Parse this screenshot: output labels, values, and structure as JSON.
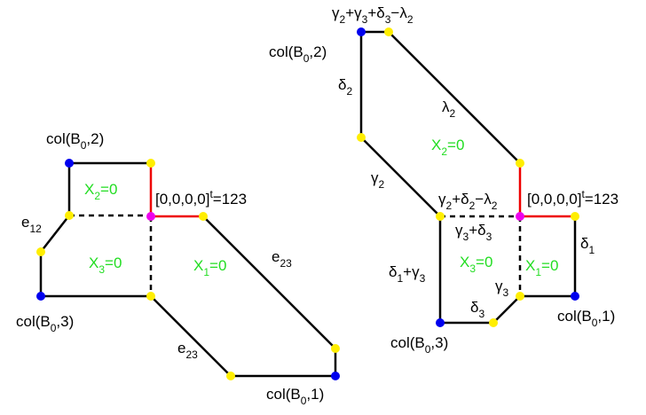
{
  "colors": {
    "edge": "#000000",
    "highlight_edge": "#ee0000",
    "vertex_yellow": "#ffee00",
    "vertex_blue": "#0000ee",
    "vertex_magenta": "#ee00ee",
    "region_label": "#22dd22"
  },
  "left": {
    "col_b0_2": [
      "col(B",
      "0",
      ",2)"
    ],
    "col_b0_3": [
      "col(B",
      "0",
      ",3)"
    ],
    "col_b0_1": [
      "col(B",
      "0",
      ",1)"
    ],
    "origin": [
      "[0,0,0,0]",
      "t",
      "=123"
    ],
    "e12": [
      "e",
      "12"
    ],
    "e23_top": [
      "e",
      "23"
    ],
    "e23_bottom": [
      "e",
      "23"
    ],
    "x2": [
      "X",
      "2",
      "=0"
    ],
    "x3": [
      "X",
      "3",
      "=0"
    ],
    "x1": [
      "X",
      "1",
      "=0"
    ]
  },
  "right": {
    "top_expr": [
      "γ",
      "2",
      "+γ",
      "3",
      "+δ",
      "3",
      "−λ",
      "2"
    ],
    "col_b0_2": [
      "col(B",
      "0",
      ",2)"
    ],
    "col_b0_3": [
      "col(B",
      "0",
      ",3)"
    ],
    "col_b0_1": [
      "col(B",
      "0",
      ",1)"
    ],
    "origin": [
      "[0,0,0,0]",
      "t",
      "=123"
    ],
    "delta2": [
      "δ",
      "2"
    ],
    "lambda2": [
      "λ",
      "2"
    ],
    "gamma2": [
      "γ",
      "2"
    ],
    "mid_expr": [
      "γ",
      "2",
      "+δ",
      "2",
      "−λ",
      "2"
    ],
    "g3d3": [
      "γ",
      "3",
      "+δ",
      "3"
    ],
    "d1g3": [
      "δ",
      "1",
      "+γ",
      "3"
    ],
    "gamma3": [
      "γ",
      "3"
    ],
    "delta3": [
      "δ",
      "3"
    ],
    "delta1": [
      "δ",
      "1"
    ],
    "x2": [
      "X",
      "2",
      "=0"
    ],
    "x3": [
      "X",
      "3",
      "=0"
    ],
    "x1": [
      "X",
      "1",
      "=0"
    ]
  }
}
